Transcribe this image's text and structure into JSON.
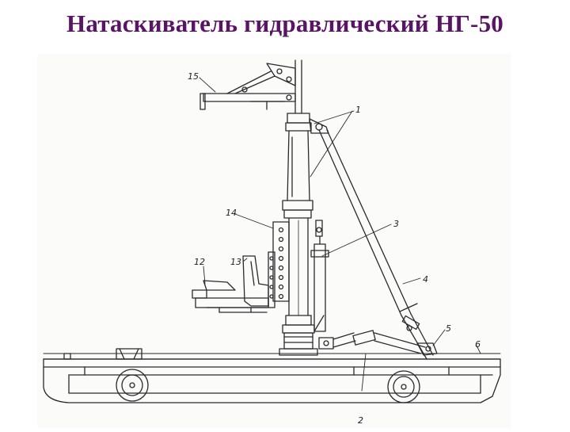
{
  "title": "Натаскиватель гидравлический НГ-50",
  "drawing": {
    "labels": {
      "l1": "1",
      "l2": "2",
      "l3": "3",
      "l4": "4",
      "l5": "5",
      "l6": "6",
      "l12": "12",
      "l13": "13",
      "l14": "14",
      "l15": "15"
    }
  }
}
